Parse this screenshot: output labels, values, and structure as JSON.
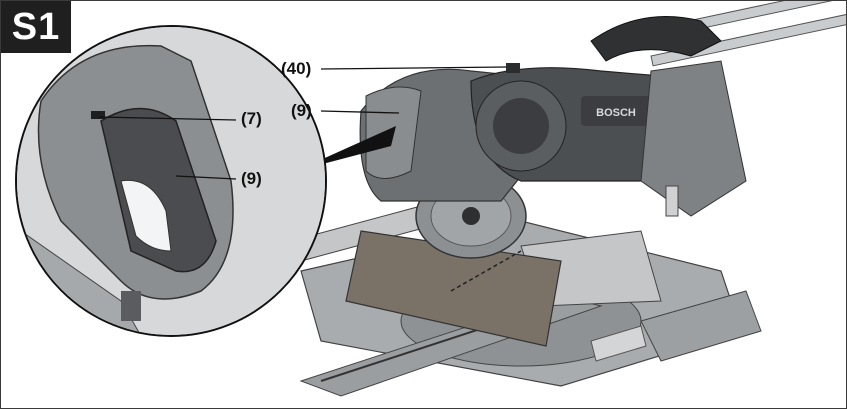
{
  "figure": {
    "tag": "S1",
    "callouts": {
      "c40": "(40)",
      "c9_main": "(9)",
      "c7": "(7)",
      "c9_detail": "(9)"
    },
    "brand_on_motor": "BOSCH"
  },
  "colors": {
    "frame": "#3a3a3a",
    "tag_bg": "#1f1f1f",
    "metal": "#b9bcbf",
    "housing": "#6d7073",
    "dark": "#3b3d40",
    "workpiece": "#7a7267"
  }
}
